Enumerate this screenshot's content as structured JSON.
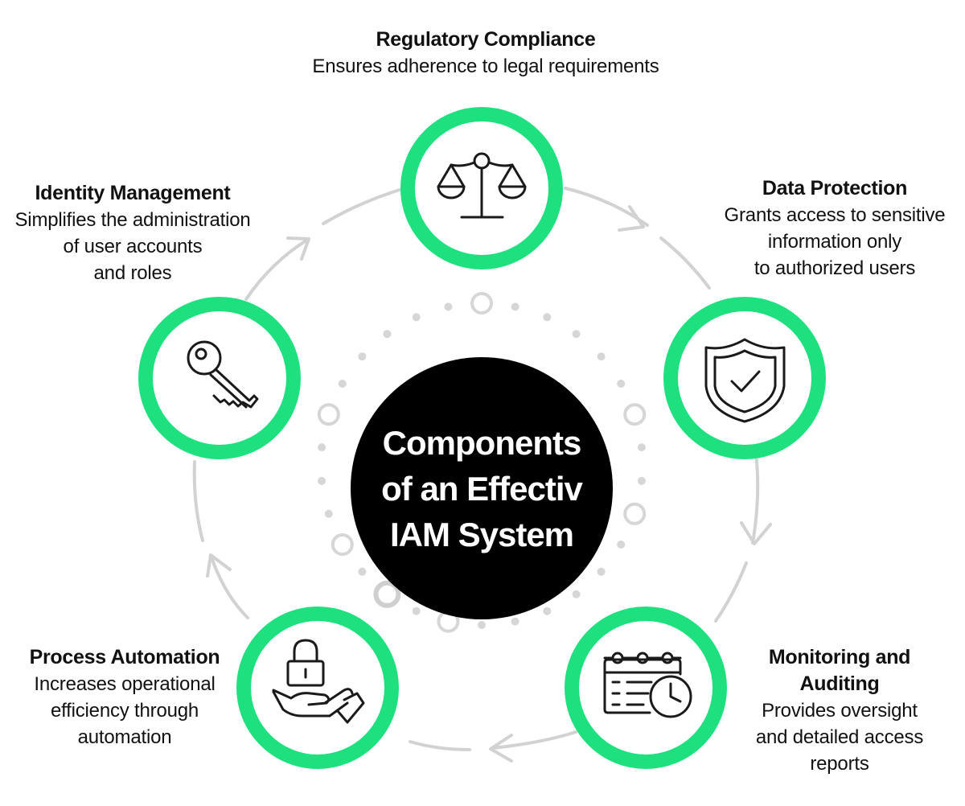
{
  "center": {
    "title": "Components\nof an Effectiv\nIAM System"
  },
  "nodes": [
    {
      "id": "regulatory-compliance",
      "title": "Regulatory Compliance",
      "description": "Ensures adherence to legal requirements",
      "icon": "scales-icon"
    },
    {
      "id": "data-protection",
      "title": "Data Protection",
      "description": "Grants access to sensitive\ninformation only\nto authorized users",
      "icon": "shield-check-icon"
    },
    {
      "id": "monitoring-auditing",
      "title": "Monitoring and Auditing",
      "description": "Provides oversight\nand detailed access\nreports",
      "icon": "calendar-clock-icon"
    },
    {
      "id": "process-automation",
      "title": "Process Automation",
      "description": "Increases operational\nefficiency through\nautomation",
      "icon": "hand-lock-icon"
    },
    {
      "id": "identity-management",
      "title": "Identity Management",
      "description": "Simplifies the administration\nof user accounts\nand roles",
      "icon": "key-icon"
    }
  ],
  "colors": {
    "accent": "#1ee07f",
    "center_fill": "#000000",
    "ring": "#d2d2d2",
    "dots": "#d6d6d6",
    "icon_stroke": "#1a1a1a"
  }
}
